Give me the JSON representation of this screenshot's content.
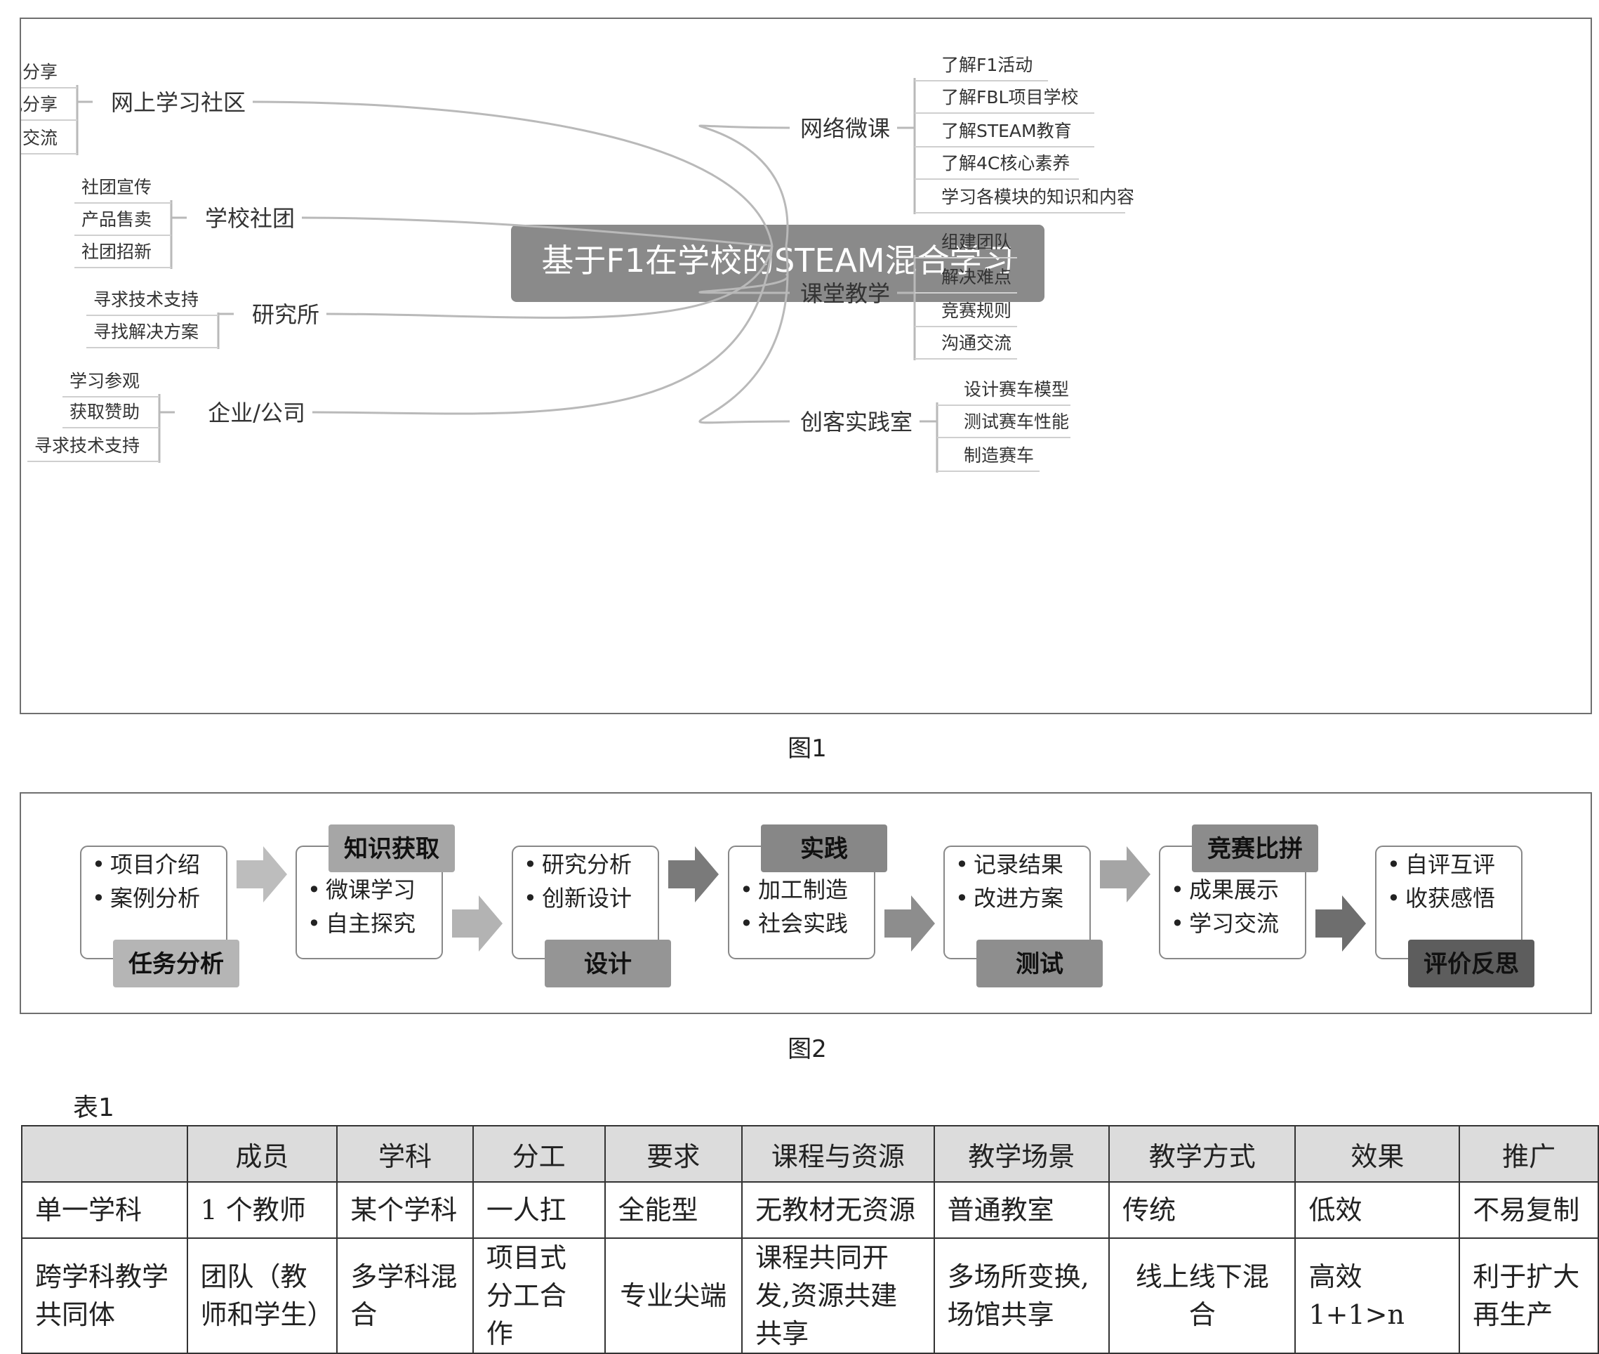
{
  "fig1": {
    "caption": "图1",
    "center": "基于F1在学校的STEAM混合学习",
    "left": [
      {
        "label": "网上学习社区",
        "leaves": [
          "作品分享",
          "资讯分享",
          "学习交流"
        ]
      },
      {
        "label": "学校社团",
        "leaves": [
          "社团宣传",
          "产品售卖",
          "社团招新"
        ]
      },
      {
        "label": "研究所",
        "leaves": [
          "寻求技术支持",
          "寻找解决方案"
        ]
      },
      {
        "label": "企业/公司",
        "leaves": [
          "学习参观",
          "获取赞助",
          "寻求技术支持"
        ]
      }
    ],
    "right": [
      {
        "label": "网络微课",
        "leaves": [
          "了解F1活动",
          "了解FBL项目学校",
          "了解STEAM教育",
          "了解4C核心素养",
          "学习各模块的知识和内容"
        ]
      },
      {
        "label": "课堂教学",
        "leaves": [
          "组建团队",
          "解决难点",
          "竞赛规则",
          "沟通交流"
        ]
      },
      {
        "label": "创客实践室",
        "leaves": [
          "设计赛车模型",
          "测试赛车性能",
          "制造赛车"
        ]
      }
    ]
  },
  "fig2": {
    "caption": "图2",
    "steps": [
      {
        "title": "任务分析",
        "items": [
          "项目介绍",
          "案例分析"
        ],
        "shade": "#b5b5b5",
        "pos": "bottom"
      },
      {
        "title": "知识获取",
        "items": [
          "微课学习",
          "自主探究"
        ],
        "shade": "#a6a6a6",
        "pos": "top"
      },
      {
        "title": "设计",
        "items": [
          "研究分析",
          "创新设计"
        ],
        "shade": "#959595",
        "pos": "bottom"
      },
      {
        "title": "实践",
        "items": [
          "加工制造",
          "社会实践"
        ],
        "shade": "#878787",
        "pos": "top"
      },
      {
        "title": "测试",
        "items": [
          "记录结果",
          "改进方案"
        ],
        "shade": "#8e8e8e",
        "pos": "bottom"
      },
      {
        "title": "竞赛比拼",
        "items": [
          "成果展示",
          "学习交流"
        ],
        "shade": "#8c8c8c",
        "pos": "top"
      },
      {
        "title": "评价反思",
        "items": [
          "自评互评",
          "收获感悟"
        ],
        "shade": "#5d5d5d",
        "pos": "bottom"
      }
    ]
  },
  "table1": {
    "caption": "表1",
    "headers": [
      "",
      "成员",
      "学科",
      "分工",
      "要求",
      "课程与资源",
      "教学场景",
      "教学方式",
      "效果",
      "推广"
    ],
    "rows": [
      [
        "单一学科",
        "1 个教师",
        "某个学科",
        "一人扛",
        "全能型",
        "无教材无资源",
        "普通教室",
        "传统",
        "低效",
        "不易复制"
      ],
      [
        "跨学科教学共同体",
        "团队（教师和学生）",
        "多学科混合",
        "项目式分工合作",
        "专业尖端",
        "课程共同开发,资源共建共享",
        "多场所变换,场馆共享",
        "线上线下混合",
        "高效 1+1>n",
        "利于扩大再生产"
      ]
    ]
  }
}
